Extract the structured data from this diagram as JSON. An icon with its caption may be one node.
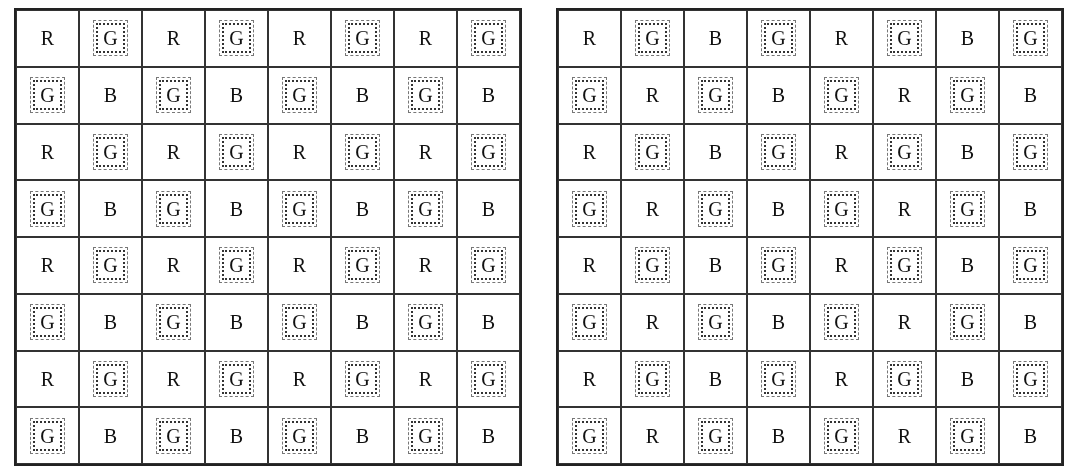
{
  "diagram": {
    "labels": [
      "R",
      "G",
      "R",
      "G",
      "R",
      "G",
      "R",
      "G",
      "G",
      "B",
      "G",
      "B",
      "G",
      "B",
      "G",
      "B",
      "R",
      "G",
      "R",
      "G",
      "R",
      "G",
      "R",
      "G",
      "G",
      "B",
      "G",
      "B",
      "G",
      "B",
      "G",
      "B",
      "R",
      "G",
      "R",
      "G",
      "R",
      "G",
      "R",
      "G",
      "G",
      "B",
      "G",
      "B",
      "G",
      "B",
      "G",
      "B",
      "R",
      "G",
      "R",
      "G",
      "R",
      "G",
      "R",
      "G",
      "G",
      "B",
      "G",
      "B",
      "G",
      "B",
      "G",
      "B",
      "R",
      "G",
      "B",
      "G",
      "R",
      "G",
      "B",
      "G",
      "G",
      "R",
      "G",
      "B",
      "G",
      "R",
      "G",
      "B",
      "R",
      "G",
      "B",
      "G",
      "R",
      "G",
      "B",
      "G",
      "G",
      "R",
      "G",
      "B",
      "G",
      "R",
      "G",
      "B",
      "R",
      "G",
      "B",
      "G",
      "R",
      "G",
      "B",
      "G",
      "G",
      "R",
      "G",
      "B",
      "G",
      "R",
      "G",
      "B",
      "R",
      "G",
      "B",
      "G",
      "R",
      "G",
      "B",
      "G",
      "G",
      "R",
      "G",
      "B",
      "G",
      "R",
      "G",
      "B"
    ]
  }
}
